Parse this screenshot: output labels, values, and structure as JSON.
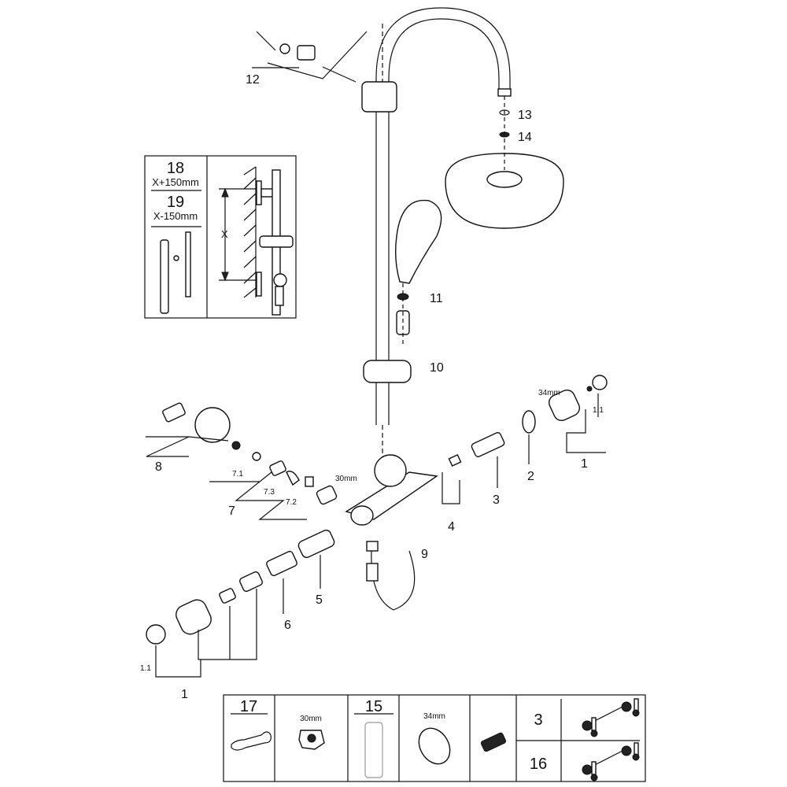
{
  "callouts": {
    "c12": "12",
    "c13": "13",
    "c14": "14",
    "c11": "11",
    "c10": "10",
    "c34mm": "34mm",
    "c1_1_right": "1.1",
    "c1_right": "1",
    "c2": "2",
    "c3": "3",
    "c4": "4",
    "c30mm": "30mm",
    "c8": "8",
    "c7_1": "7.1",
    "c7_3": "7.3",
    "c7_2": "7.2",
    "c7": "7",
    "c9": "9",
    "c5": "5",
    "c6": "6",
    "c1_1_left": "1.1",
    "c1_left": "1"
  },
  "inset": {
    "part18": "18",
    "part18_len": "X+150mm",
    "part19": "19",
    "part19_len": "X-150mm",
    "dimension": "X"
  },
  "accessories": {
    "wrench_part": "17",
    "nut_size": "30mm",
    "tool_part": "15",
    "ring_size": "34mm",
    "cartridge_a": "3",
    "cartridge_b": "16"
  }
}
